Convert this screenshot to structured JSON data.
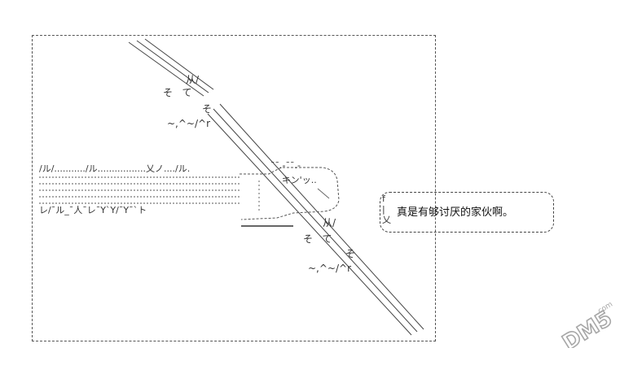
{
  "bubble": {
    "text": "真是有够讨厌的家伙啊。"
  },
  "art": {
    "impact_top": [
      "从/",
      "そ   て",
      "そ",
      "~,^~/^r"
    ],
    "impact_bottom": [
      "从/",
      "そ   て",
      "そ",
      "~,^~/^r"
    ],
    "sleeve_top": "/ル/.........../ル.................乂ノ..../ル.",
    "sleeve_bottom": "レ/¯ル_¯人¯レ¯YˋY/¯Y¯ˋト",
    "fist_top": "¯¯.-¯¯.-",
    "fist_mid": "キン'ッ..",
    "bubble_mark": "f\n|\n乂"
  },
  "logo": {
    "text": "DM5",
    "suffix": ".com",
    "color": "#a7a7a7"
  }
}
